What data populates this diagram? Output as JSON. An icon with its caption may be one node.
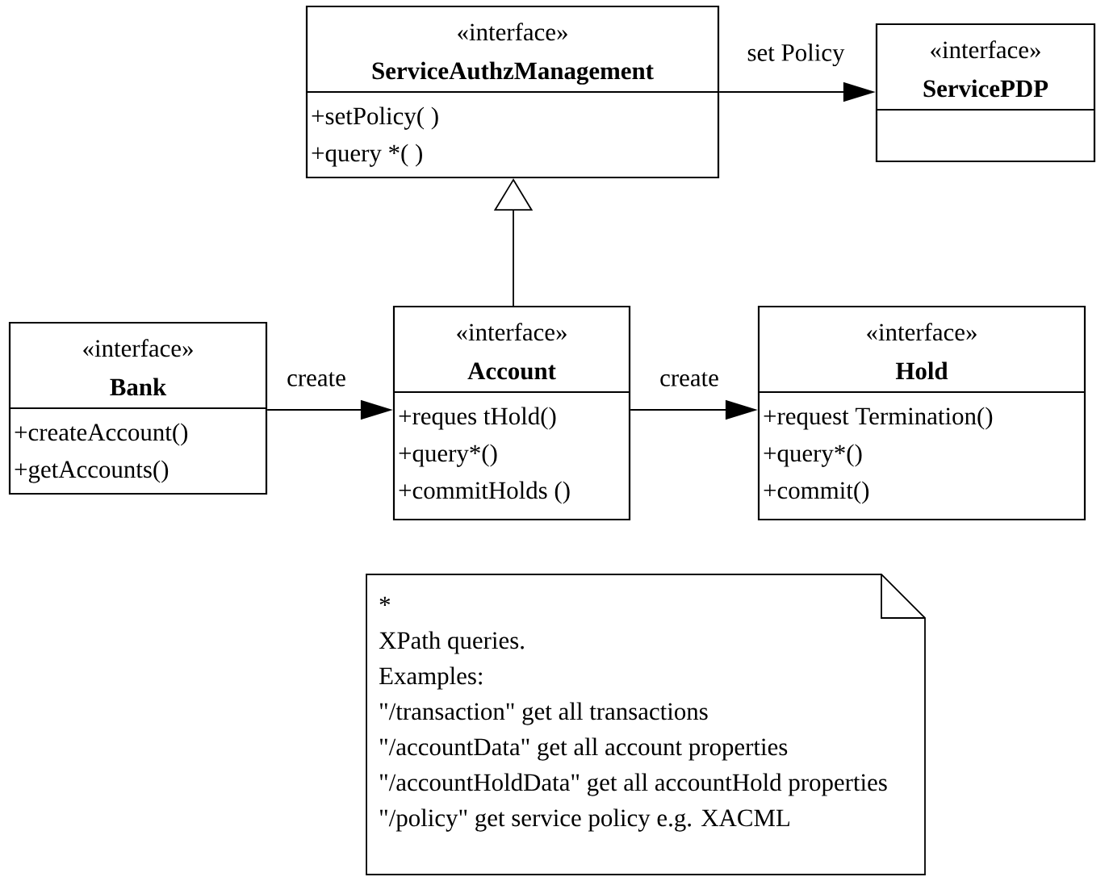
{
  "diagram": {
    "nodes": [
      {
        "text": [
          "«interface»",
          "ServiceAuthzManagement",
          "+setPolicy( )",
          "+query *( )"
        ]
      },
      {
        "text": [
          "«interface»",
          "ServicePDP"
        ]
      },
      {
        "text": [
          "«interface»",
          "Bank",
          "+createAccount()",
          "+getAccounts()"
        ]
      },
      {
        "text": [
          "«interface»",
          "Account",
          "+reques tHold()",
          "+query*()",
          "+commitHolds ()"
        ]
      },
      {
        "text": [
          "«interface»",
          "Hold",
          "+request Termination()",
          "+query*()",
          "+commit()"
        ]
      },
      {
        "text": [
          "*",
          "XPath queries.",
          "Examples:",
          "\"/transaction\" get all transactions",
          "\"/accountData\" get all account properties",
          "\"/accountHoldData\" get all accountHold properties",
          "\"/policy\" get service policy e.g. XACML"
        ]
      }
    ],
    "edges": [
      {
        "from": 0,
        "to": 1,
        "arrow": "to",
        "label": "set Policy"
      },
      {
        "from": 3,
        "to": 0,
        "arrow": "to"
      },
      {
        "from": 2,
        "to": 3,
        "arrow": "to",
        "label": "create"
      },
      {
        "from": 3,
        "to": 4,
        "arrow": "to",
        "label": "create"
      }
    ]
  }
}
